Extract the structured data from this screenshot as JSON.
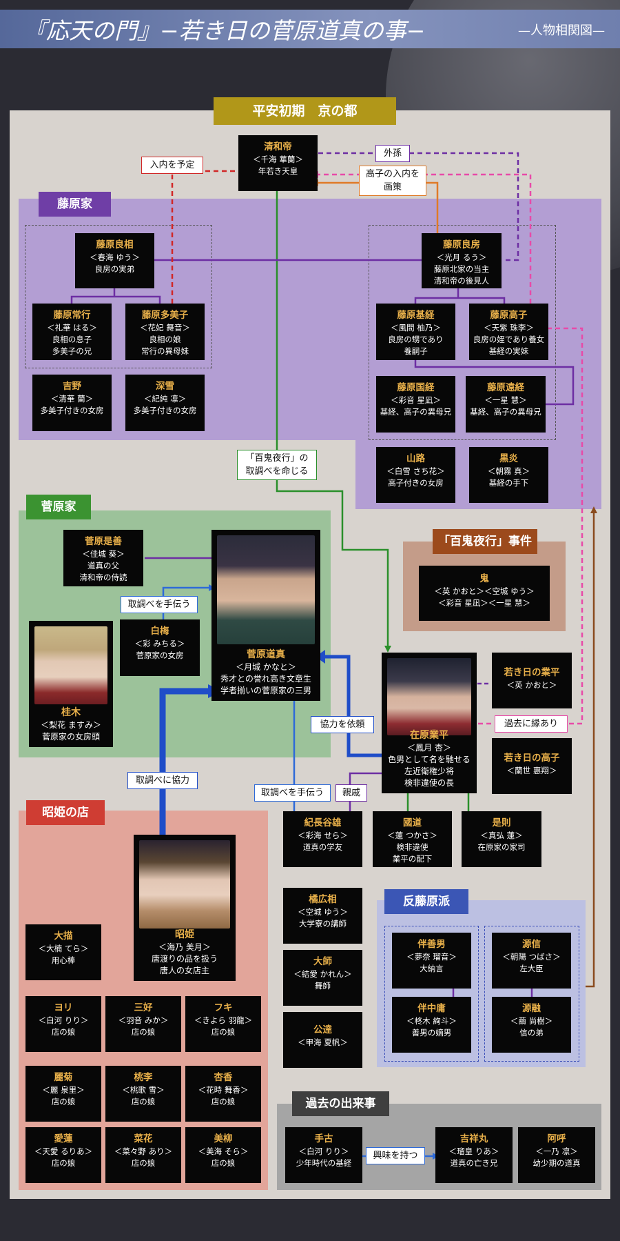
{
  "header": {
    "title": "『応天の門』−若き日の菅原道真の事−",
    "subtitle": "—人物相関図—"
  },
  "top_label": "平安初期　京の都",
  "groups": {
    "fujiwara": "藤原家",
    "sugawara": "菅原家",
    "hyakki_incident": "「百鬼夜行」事件",
    "shoki_shop": "昭姫の店",
    "anti_fujiwara": "反藤原派",
    "past_events": "過去の出来事"
  },
  "characters": {
    "seiwa": {
      "name": "清和帝",
      "actor": "＜千海 華蘭＞",
      "desc": "年若き天皇"
    },
    "yoshimi": {
      "name": "藤原良相",
      "actor": "＜春海 ゆう＞",
      "desc": "良房の実弟"
    },
    "yoshifusa": {
      "name": "藤原良房",
      "actor": "＜光月 るう＞",
      "desc": "藤原北家の当主\n清和帝の後見人"
    },
    "tsuneyuki": {
      "name": "藤原常行",
      "actor": "＜礼華 はる＞",
      "desc": "良相の息子\n多美子の兄"
    },
    "tamiko": {
      "name": "藤原多美子",
      "actor": "＜花妃 舞音＞",
      "desc": "良相の娘\n常行の異母妹"
    },
    "mototsune": {
      "name": "藤原基経",
      "actor": "＜風間 柚乃＞",
      "desc": "良房の甥であり\n養嗣子"
    },
    "takaiko": {
      "name": "藤原高子",
      "actor": "＜天紫 珠李＞",
      "desc": "良房の姪であり養女\n基経の実妹"
    },
    "kunitsune": {
      "name": "藤原国経",
      "actor": "＜彩音 星凪＞",
      "desc": "基経、高子の異母兄"
    },
    "tootsune": {
      "name": "藤原遠経",
      "actor": "＜一星 慧＞",
      "desc": "基経、高子の異母兄"
    },
    "yoshino": {
      "name": "吉野",
      "actor": "＜清華 蘭＞",
      "desc": "多美子付きの女房"
    },
    "miyuki": {
      "name": "深雪",
      "actor": "＜紀純 凛＞",
      "desc": "多美子付きの女房"
    },
    "yamaji": {
      "name": "山路",
      "actor": "＜白雪 さち花＞",
      "desc": "高子付きの女房"
    },
    "kokuen": {
      "name": "黒炎",
      "actor": "＜朝霧 真＞",
      "desc": "基経の手下"
    },
    "koreyoshi": {
      "name": "菅原是善",
      "actor": "＜佳城 葵＞",
      "desc": "道真の父\n清和帝の侍読"
    },
    "michizane": {
      "name": "菅原道真",
      "actor": "＜月城 かなと＞",
      "desc": "秀才との誉れ高き文章生\n学者揃いの菅原家の三男"
    },
    "shiraume": {
      "name": "白梅",
      "actor": "＜彩 みちる＞",
      "desc": "菅原家の女房"
    },
    "katsuragi": {
      "name": "桂木",
      "actor": "＜梨花 ますみ＞",
      "desc": "菅原家の女房頭"
    },
    "oni": {
      "name": "鬼",
      "actor": "＜英 かおと＞＜空城 ゆう＞",
      "desc": "＜彩音 星凪＞＜一星 慧＞"
    },
    "narihira": {
      "name": "在原業平",
      "actor": "＜鳳月 杏＞",
      "desc": "色男として名を馳せる\n左近衛権少将\n検非違使の長"
    },
    "young_narihira": {
      "name": "若き日の業平",
      "actor": "＜英 かおと＞",
      "desc": ""
    },
    "young_takaiko": {
      "name": "若き日の高子",
      "actor": "＜蘭世 惠翔＞",
      "desc": ""
    },
    "shoki": {
      "name": "昭姫",
      "actor": "＜海乃 美月＞",
      "desc": "唐渡りの品を扱う\n唐人の女店主"
    },
    "haseo": {
      "name": "紀長谷雄",
      "actor": "＜彩海 せら＞",
      "desc": "道真の学友"
    },
    "kunimichi": {
      "name": "國道",
      "actor": "＜蓮 つかさ＞",
      "desc": "検非違使\n業平の配下"
    },
    "korenori": {
      "name": "是則",
      "actor": "＜真弘 蓮＞",
      "desc": "在原家の家司"
    },
    "hiromi": {
      "name": "橘広相",
      "actor": "＜空城 ゆう＞",
      "desc": "大学寮の講師"
    },
    "taishi": {
      "name": "大師",
      "actor": "＜結愛 かれん＞",
      "desc": "舞師"
    },
    "kintatsu": {
      "name": "公達",
      "actor": "＜甲海 夏帆＞",
      "desc": ""
    },
    "daiboku": {
      "name": "大描",
      "actor": "＜大楠 てら＞",
      "desc": "用心棒"
    },
    "yori": {
      "name": "ヨリ",
      "actor": "＜白河 りり＞",
      "desc": "店の娘"
    },
    "miyoshi": {
      "name": "三好",
      "actor": "＜羽音 みか＞",
      "desc": "店の娘"
    },
    "fuki": {
      "name": "フキ",
      "actor": "＜きよら 羽龍＞",
      "desc": "店の娘"
    },
    "reigiku": {
      "name": "麗菊",
      "actor": "＜麗 泉里＞",
      "desc": "店の娘"
    },
    "tori": {
      "name": "桃李",
      "actor": "＜桃歌 雪＞",
      "desc": "店の娘"
    },
    "kyoka": {
      "name": "杏香",
      "actor": "＜花時 舞香＞",
      "desc": "店の娘"
    },
    "airen": {
      "name": "愛蓮",
      "actor": "＜天愛 るりあ＞",
      "desc": "店の娘"
    },
    "naka": {
      "name": "菜花",
      "actor": "＜菜々野 あり＞",
      "desc": "店の娘"
    },
    "biryu": {
      "name": "美柳",
      "actor": "＜美海 そら＞",
      "desc": "店の娘"
    },
    "tomo": {
      "name": "伴善男",
      "actor": "＜夢奈 瑠音＞",
      "desc": "大納言"
    },
    "minamoto_makoto": {
      "name": "源信",
      "actor": "＜朝陽 つばさ＞",
      "desc": "左大臣"
    },
    "tomo_nakatsune": {
      "name": "伴中庸",
      "actor": "＜柊木 絢斗＞",
      "desc": "善男の嫡男"
    },
    "minamoto_toru": {
      "name": "源融",
      "actor": "＜繭 尚樹＞",
      "desc": "信の弟"
    },
    "teko": {
      "name": "手古",
      "actor": "＜白河 りり＞",
      "desc": "少年時代の基経"
    },
    "kisshomaru": {
      "name": "吉祥丸",
      "actor": "＜瑠皇 りあ＞",
      "desc": "道真の亡き兄"
    },
    "akoo": {
      "name": "阿呼",
      "actor": "＜一乃 凛＞",
      "desc": "幼少期の道真"
    }
  },
  "relations": {
    "nyudai": "入内を予定",
    "gaison": "外孫",
    "takaiko_plan": "高子の入内を\n画策",
    "hyakki_order": "「百鬼夜行」の\n取調べを命じる",
    "help_investigate": "取調べを手伝う",
    "cooperate": "取調べに協力",
    "request": "協力を依頼",
    "past_ties": "過去に縁あり",
    "help_investigate2": "取調べを手伝う",
    "relatives": "親戚",
    "interest": "興味を持つ"
  },
  "colors": {
    "fujiwara": "#b39ed3",
    "fujiwara_label": "#6f3ea6",
    "sugawara": "#9cc29a",
    "sugawara_label": "#3b9331",
    "hyakki": "#c49c89",
    "hyakki_label": "#9c4a1c",
    "shop": "#e2a59a",
    "shop_label": "#cf3d33",
    "anti": "#bcc0e2",
    "anti_label": "#3b56b5",
    "past": "#a5a5a5",
    "past_label": "#3f3f3f",
    "top_label": "#b19719"
  }
}
